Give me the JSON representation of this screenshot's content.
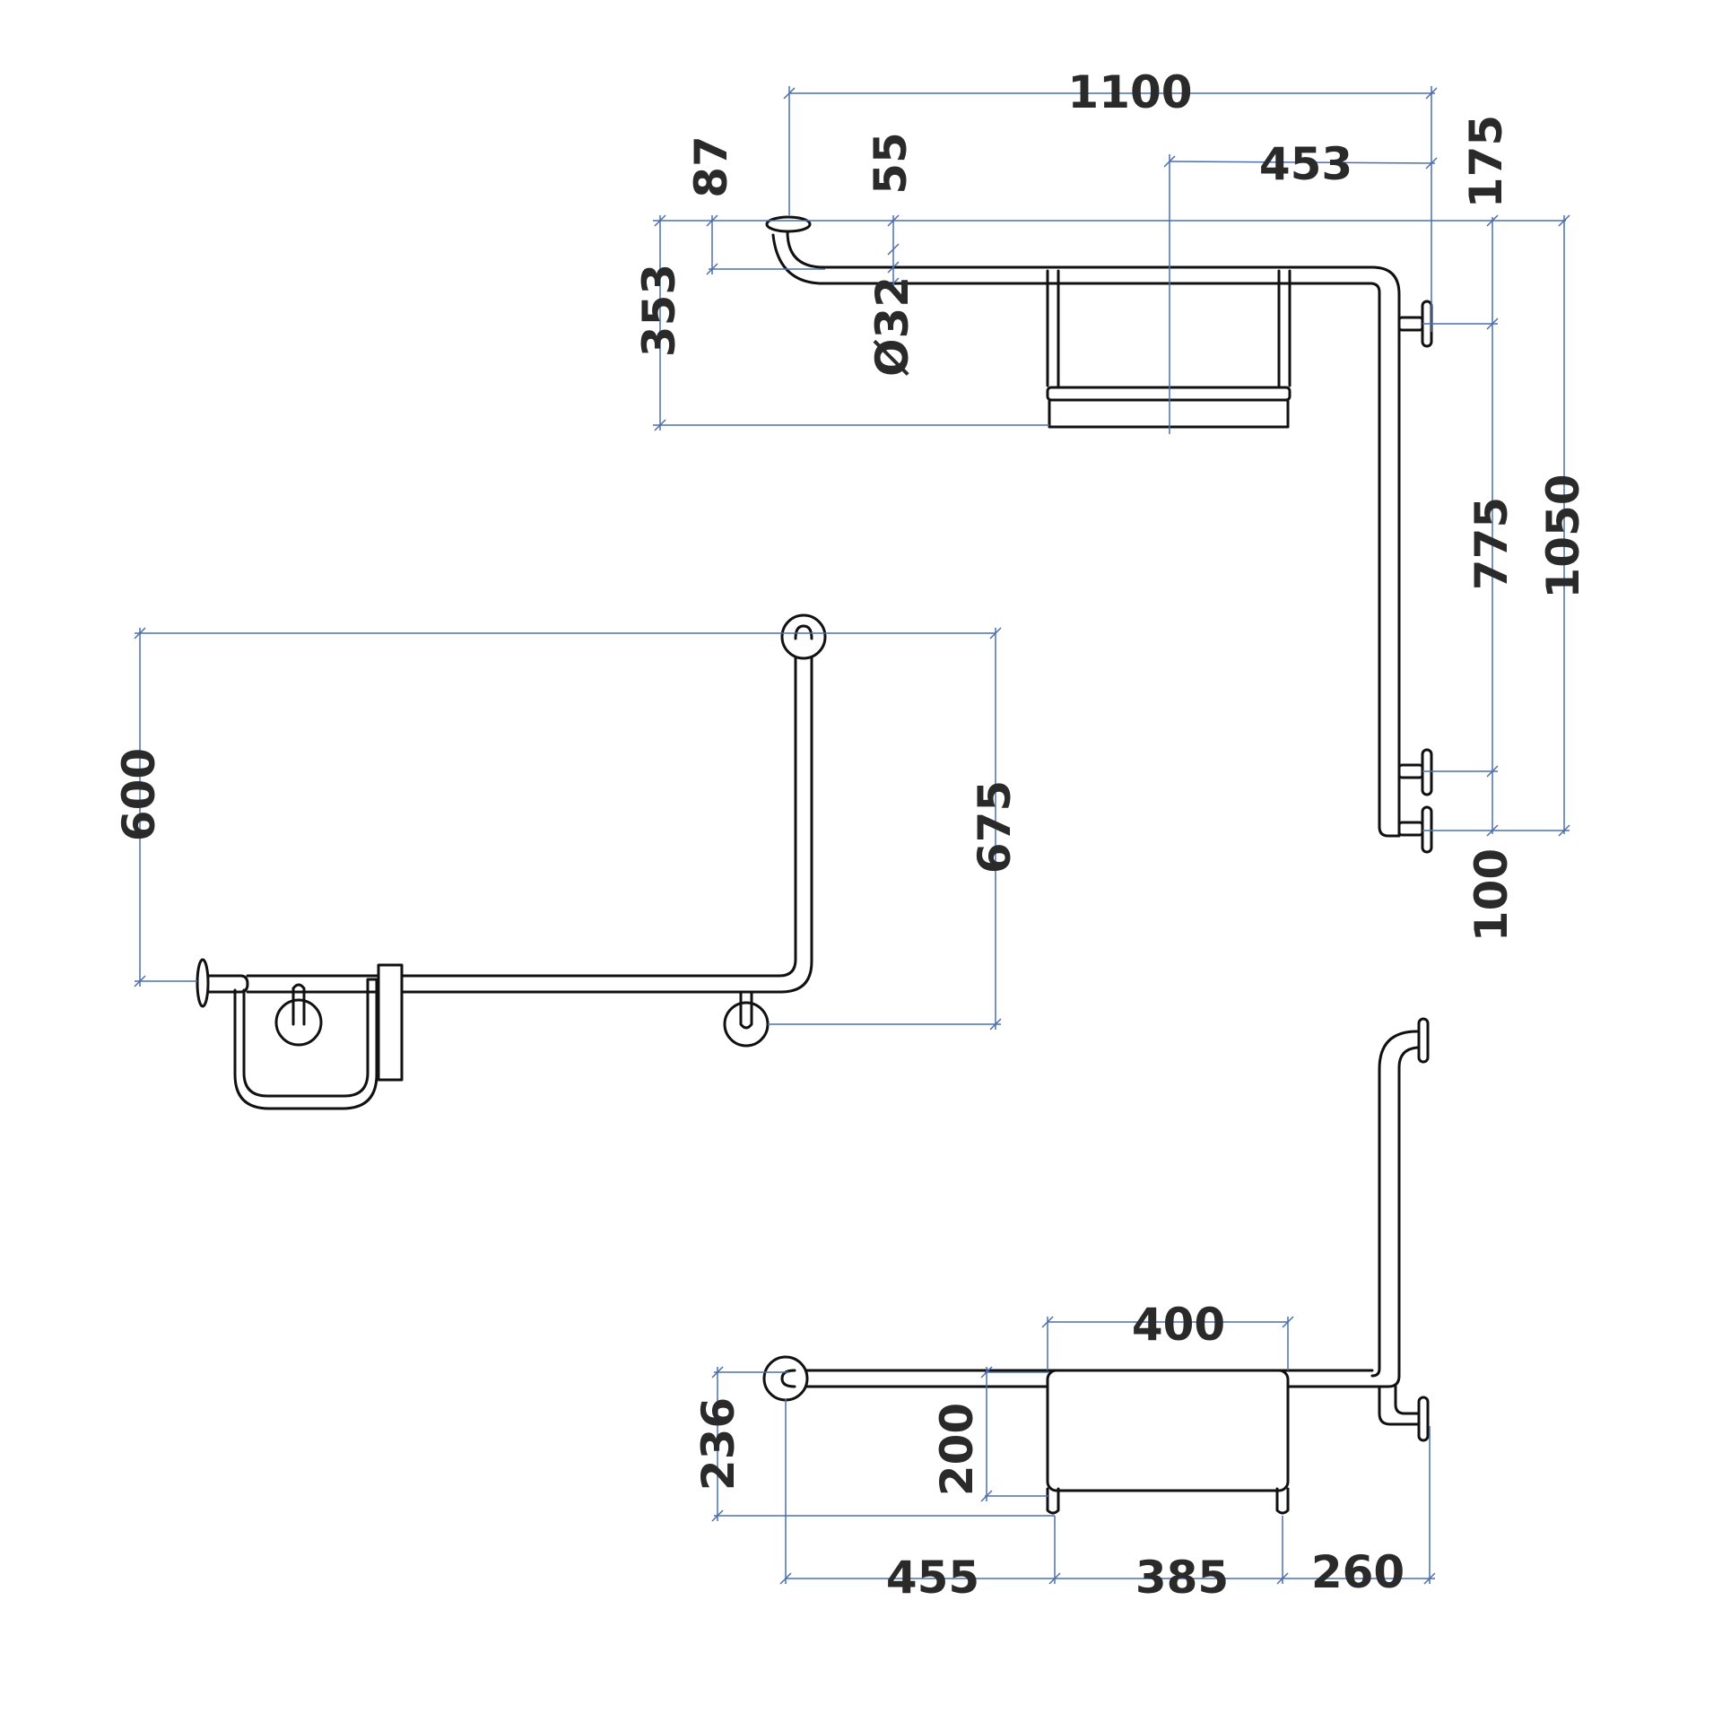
{
  "colors": {
    "dimension_line": "#4a6fb0",
    "object_line": "#111111",
    "label_text": "#2a2a2a",
    "background": "#ffffff"
  },
  "dimensions": {
    "top_view": {
      "d1100": "1100",
      "d453": "453",
      "d175": "175",
      "d87": "87",
      "d55": "55",
      "d353": "353",
      "d32": "Ø32",
      "d775": "775",
      "d1050": "1050",
      "d100": "100"
    },
    "side_view": {
      "d600": "600",
      "d675": "675"
    },
    "front_view": {
      "d400": "400",
      "d236": "236",
      "d200": "200",
      "d455": "455",
      "d385": "385",
      "d260": "260"
    }
  }
}
